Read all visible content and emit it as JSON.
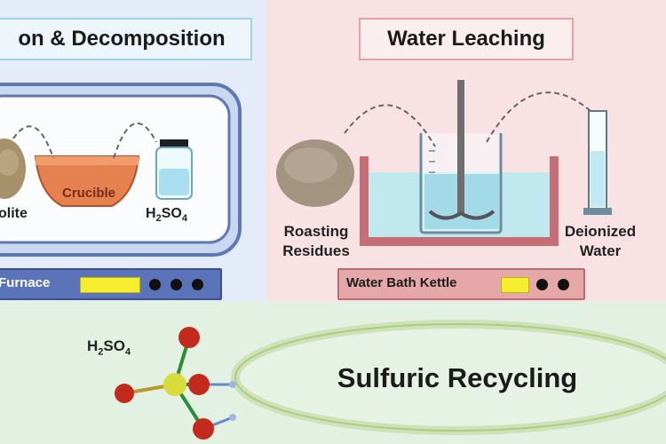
{
  "left": {
    "title": "on & Decomposition",
    "labels": {
      "mineral": "olite",
      "crucible": "Crucible",
      "h2so4": "H",
      "h2so4_sub1": "2",
      "h2so4_mid": "SO",
      "h2so4_sub2": "4"
    },
    "bar": {
      "label": "Furnace"
    }
  },
  "right": {
    "title": "Water Leaching",
    "labels": {
      "residues_line1": "Roasting",
      "residues_line2": "Residues",
      "water_line1": "Deionized",
      "water_line2": "Water"
    },
    "bar": {
      "label": "Water Bath Kettle"
    }
  },
  "bottom": {
    "molecule": {
      "label": "H",
      "sub1": "2",
      "mid": "SO",
      "sub2": "4"
    },
    "cycle_title": "Sulfuric Recycling"
  },
  "colors": {
    "yellow": "#f4ee2e",
    "furnace_bar": "#5b73b8",
    "kettle_bar": "#e5a7a8",
    "water": "#bfe8ef",
    "sulfur": "#d7dc3a",
    "oxygen": "#c42a1b"
  }
}
